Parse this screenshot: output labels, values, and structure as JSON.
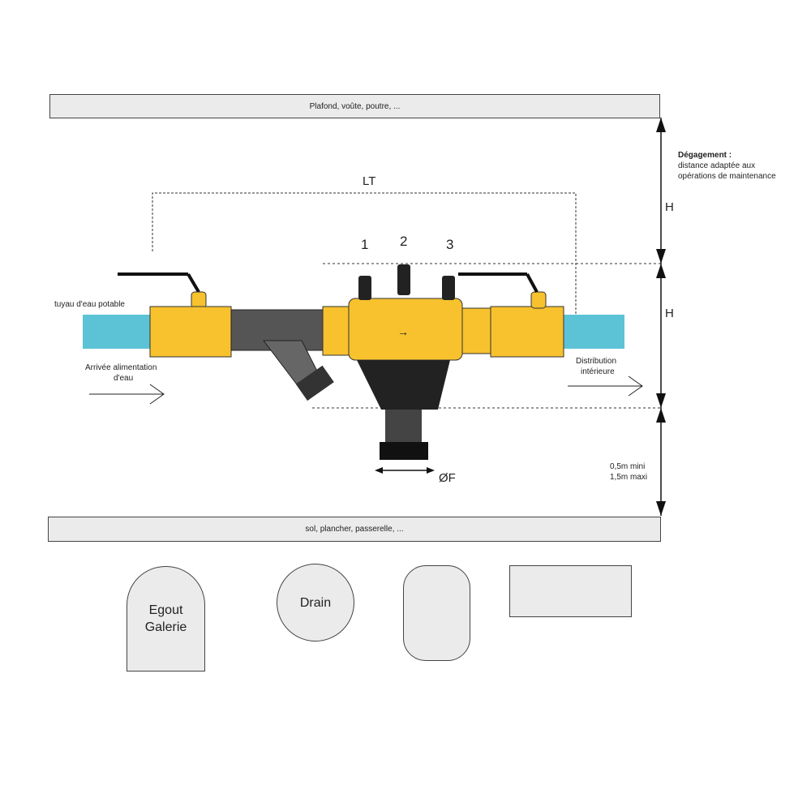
{
  "ceiling_label": "Plafond, voûte, poutre, ...",
  "floor_label": "sol, plancher, passerelle, ...",
  "clearance": {
    "title": "Dégagement :",
    "line1": "distance adaptée aux",
    "line2": "opérations de maintenance"
  },
  "dimensions": {
    "lt": "LT",
    "h_top": "H",
    "h_mid": "H",
    "diameter": "ØF",
    "floor_min": "0,5m mini",
    "floor_max": "1,5m maxi"
  },
  "test_points": [
    "1",
    "2",
    "3"
  ],
  "labels": {
    "pipe": "tuyau d'eau potable",
    "inlet_line1": "Arrivée alimentation",
    "inlet_line2": "d'eau",
    "outlet_line1": "Distribution",
    "outlet_line2": "intérieure"
  },
  "drains": {
    "sewer_line1": "Egout",
    "sewer_line2": "Galerie",
    "drain": "Drain"
  },
  "colors": {
    "brass": "#f7c22e",
    "pipe": "#5cc3d6",
    "dark": "#2a2a2a"
  }
}
